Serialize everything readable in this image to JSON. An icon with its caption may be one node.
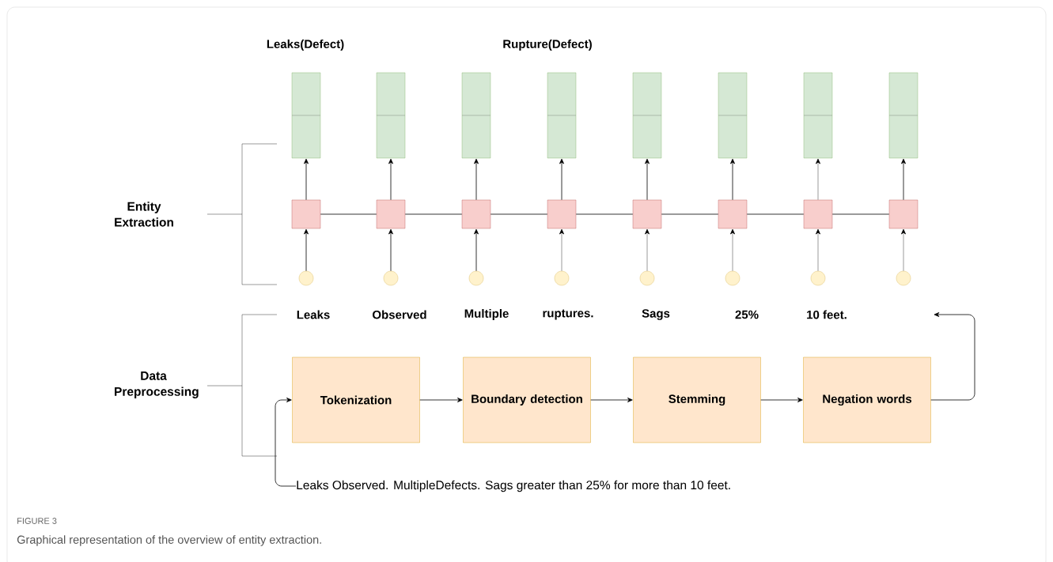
{
  "diagram": {
    "caption": "Graphical representation of the overview of entity extraction.",
    "nodes": [
      {
        "text": [],
        "shape": "box"
      },
      {
        "text": [],
        "shape": "box"
      },
      {
        "text": [],
        "shape": "box"
      },
      {
        "text": [],
        "shape": "box"
      },
      {
        "text": [],
        "shape": "box"
      },
      {
        "text": [],
        "shape": "box"
      },
      {
        "text": [],
        "shape": "box"
      },
      {
        "text": [],
        "shape": "box"
      },
      {
        "text": [],
        "shape": "box"
      },
      {
        "text": [],
        "shape": "box"
      },
      {
        "text": [],
        "shape": "box"
      },
      {
        "text": [],
        "shape": "box"
      },
      {
        "text": [],
        "shape": "box"
      },
      {
        "text": [],
        "shape": "box"
      },
      {
        "text": [],
        "shape": "box"
      },
      {
        "text": [],
        "shape": "box"
      },
      {
        "text": [],
        "shape": "circle"
      },
      {
        "text": [],
        "shape": "circle"
      },
      {
        "text": [],
        "shape": "circle"
      },
      {
        "text": [],
        "shape": "circle"
      },
      {
        "text": [],
        "shape": "circle"
      },
      {
        "text": [],
        "shape": "circle"
      },
      {
        "text": [],
        "shape": "circle"
      },
      {
        "text": [],
        "shape": "circle"
      },
      {
        "text": [
          "Tokenization"
        ]
      },
      {
        "text": [
          "Boundary detection"
        ]
      },
      {
        "text": [
          "Stemming"
        ]
      },
      {
        "text": [
          "Negation words"
        ]
      },
      {
        "text": [
          "Leaks Observed. MultipleDefects. Sags greater than 25% for more than 10 feet."
        ]
      }
    ],
    "edges": [
      {
        "from": 16,
        "to": 8,
        "arrow": "to"
      },
      {
        "from": 17,
        "to": 9,
        "arrow": "to"
      },
      {
        "from": 18,
        "to": 10,
        "arrow": "to"
      },
      {
        "from": 19,
        "to": 11,
        "arrow": "to",
        "color": "#808080"
      },
      {
        "from": 20,
        "to": 12,
        "arrow": "to",
        "color": "#808080"
      },
      {
        "from": 21,
        "to": 13,
        "arrow": "to",
        "color": "#808080"
      },
      {
        "from": 22,
        "to": 14,
        "arrow": "to",
        "color": "#808080"
      },
      {
        "from": 23,
        "to": 15,
        "arrow": "to",
        "color": "#808080"
      },
      {
        "from": 8,
        "to": 0,
        "arrow": "to"
      },
      {
        "from": 9,
        "to": 1,
        "arrow": "to"
      },
      {
        "from": 10,
        "to": 2,
        "arrow": "to"
      },
      {
        "from": 11,
        "to": 3,
        "arrow": "to"
      },
      {
        "from": 12,
        "to": 4,
        "arrow": "to"
      },
      {
        "from": 13,
        "to": 5,
        "arrow": "to"
      },
      {
        "from": 14,
        "to": 6,
        "arrow": "to",
        "color": "#808080"
      },
      {
        "from": 15,
        "to": 7,
        "arrow": "to"
      },
      {
        "from": 8,
        "to": 9,
        "arrow": "none"
      },
      {
        "from": 9,
        "to": 10,
        "arrow": "none"
      },
      {
        "from": 10,
        "to": 11,
        "arrow": "none"
      },
      {
        "from": 11,
        "to": 12,
        "arrow": "none"
      },
      {
        "from": 12,
        "to": 13,
        "arrow": "none"
      },
      {
        "from": 13,
        "to": 14,
        "arrow": "none"
      },
      {
        "from": 14,
        "to": 15,
        "arrow": "none"
      },
      {
        "from": 24,
        "to": 25,
        "arrow": "to"
      },
      {
        "from": 25,
        "to": 26,
        "arrow": "to"
      },
      {
        "from": 26,
        "to": 27,
        "arrow": "to"
      },
      {
        "from": 27,
        "to": null,
        "arrow": "to"
      },
      {
        "from": 28,
        "to": 24,
        "arrow": "to"
      }
    ],
    "labels": [
      "Leaks(Defect)",
      "Rupture(Defect)",
      "Entity Extraction",
      "Leaks",
      "Observed",
      "Multiple",
      "ruptures.",
      "Sags",
      "25%",
      "10 feet.",
      "Data Preprocessing",
      "FIGURE 3"
    ]
  }
}
